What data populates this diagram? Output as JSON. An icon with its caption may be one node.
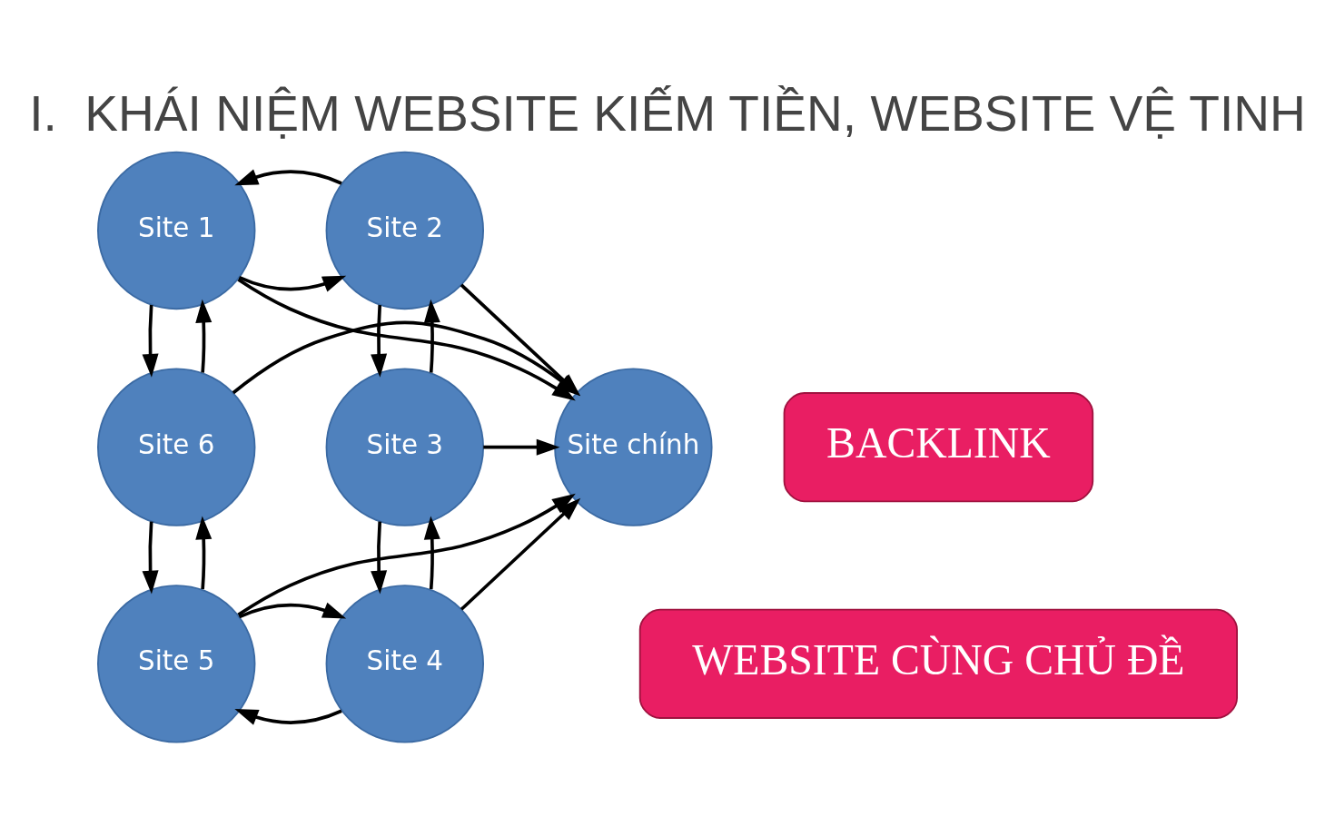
{
  "diagram": {
    "title": "I.  KHÁI NIỆM WEBSITE KIẾM TIỀN, WEBSITE VỆ TINH",
    "nodes": [
      {
        "text": [
          "Site 1"
        ]
      },
      {
        "text": [
          "Site 2"
        ]
      },
      {
        "text": [
          "Site 6"
        ]
      },
      {
        "text": [
          "Site chính"
        ]
      },
      {
        "text": [
          "Site 3"
        ]
      },
      {
        "text": [
          "Site 5"
        ]
      },
      {
        "text": [
          "Site 4"
        ]
      },
      {
        "text": [
          "BACKLINK"
        ]
      },
      {
        "text": [
          "WEBSITE CÙNG CHỦ ĐỀ"
        ]
      }
    ],
    "edges": [
      {
        "from": 0,
        "to": 1,
        "arrow": "to"
      },
      {
        "from": 1,
        "to": 0,
        "arrow": "to"
      },
      {
        "from": 0,
        "to": 2,
        "arrow": "to"
      },
      {
        "from": 2,
        "to": 0,
        "arrow": "to"
      },
      {
        "from": 0,
        "to": 3,
        "arrow": "to"
      },
      {
        "from": 1,
        "to": 3,
        "arrow": "to"
      },
      {
        "from": 1,
        "to": 4,
        "arrow": "to"
      },
      {
        "from": 4,
        "to": 1,
        "arrow": "to"
      },
      {
        "from": 2,
        "to": 3,
        "arrow": "to"
      },
      {
        "from": 4,
        "to": 3,
        "arrow": "to"
      },
      {
        "from": 2,
        "to": 5,
        "arrow": "to"
      },
      {
        "from": 5,
        "to": 2,
        "arrow": "to"
      },
      {
        "from": 5,
        "to": 3,
        "arrow": "to"
      },
      {
        "from": 6,
        "to": 3,
        "arrow": "to"
      },
      {
        "from": 6,
        "to": 5,
        "arrow": "to"
      },
      {
        "from": 5,
        "to": 6,
        "arrow": "to"
      },
      {
        "from": 4,
        "to": 6,
        "arrow": "to"
      },
      {
        "from": 6,
        "to": 4,
        "arrow": "to"
      }
    ]
  }
}
